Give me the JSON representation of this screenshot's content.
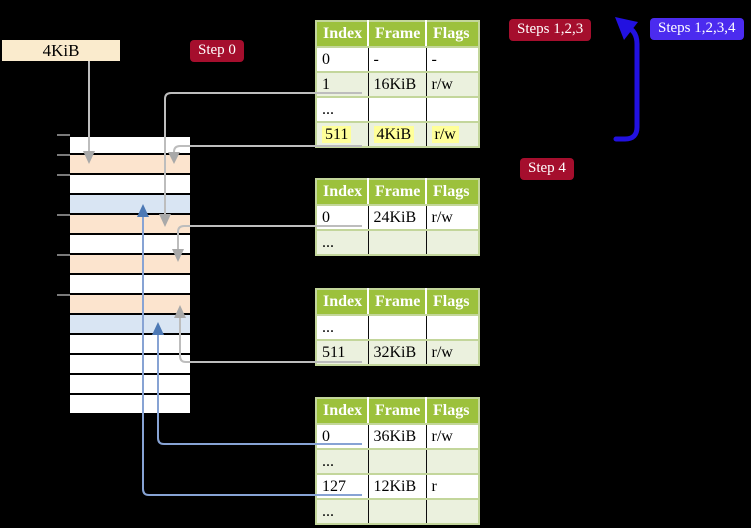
{
  "frame_label": {
    "text": "4KiB"
  },
  "badges": {
    "step0": "Step 0",
    "steps123": "Steps 1,2,3",
    "steps1234": "Steps 1,2,3,4",
    "step4": "Step 4"
  },
  "tables": [
    {
      "headers": [
        "Index",
        "Frame",
        "Flags"
      ],
      "rows": [
        {
          "index": "0",
          "frame": "-",
          "flags": "-"
        },
        {
          "index": "1",
          "frame": "16KiB",
          "flags": "r/w"
        },
        {
          "index": "...",
          "frame": "",
          "flags": ""
        },
        {
          "index": "511",
          "frame": "4KiB",
          "flags": "r/w"
        }
      ]
    },
    {
      "headers": [
        "Index",
        "Frame",
        "Flags"
      ],
      "rows": [
        {
          "index": "0",
          "frame": "24KiB",
          "flags": "r/w"
        },
        {
          "index": "...",
          "frame": "",
          "flags": ""
        }
      ]
    },
    {
      "headers": [
        "Index",
        "Frame",
        "Flags"
      ],
      "rows": [
        {
          "index": "...",
          "frame": "",
          "flags": ""
        },
        {
          "index": "511",
          "frame": "32KiB",
          "flags": "r/w"
        }
      ]
    },
    {
      "headers": [
        "Index",
        "Frame",
        "Flags"
      ],
      "rows": [
        {
          "index": "0",
          "frame": "36KiB",
          "flags": "r/w"
        },
        {
          "index": "...",
          "frame": "",
          "flags": ""
        },
        {
          "index": "127",
          "frame": "12KiB",
          "flags": "r"
        },
        {
          "index": "...",
          "frame": "",
          "flags": ""
        }
      ]
    }
  ],
  "memory": {
    "rows": [
      "white",
      "peach",
      "white",
      "blue",
      "peach",
      "white",
      "peach",
      "white",
      "peach",
      "blue",
      "white",
      "white",
      "white",
      "white"
    ]
  },
  "colors": {
    "header_green": "#9CC13C",
    "table_border_green": "#C3D69B",
    "row_light_green": "#EBF1DE",
    "highlight_yellow": "#FFFF99",
    "label_cream": "#FAEBCD",
    "badge_red": "#A50E2D",
    "badge_blue": "#4B2BEF",
    "thick_arrow_blue": "#2211E0",
    "thin_line_blue": "#87A3D4",
    "thin_arrow_blue": "#4D79B5",
    "line_gray": "#BDBDBD",
    "arrow_gray": "#A9A9A9",
    "mem_peach": "#FCE4CE",
    "mem_blue": "#D9E5F3"
  }
}
